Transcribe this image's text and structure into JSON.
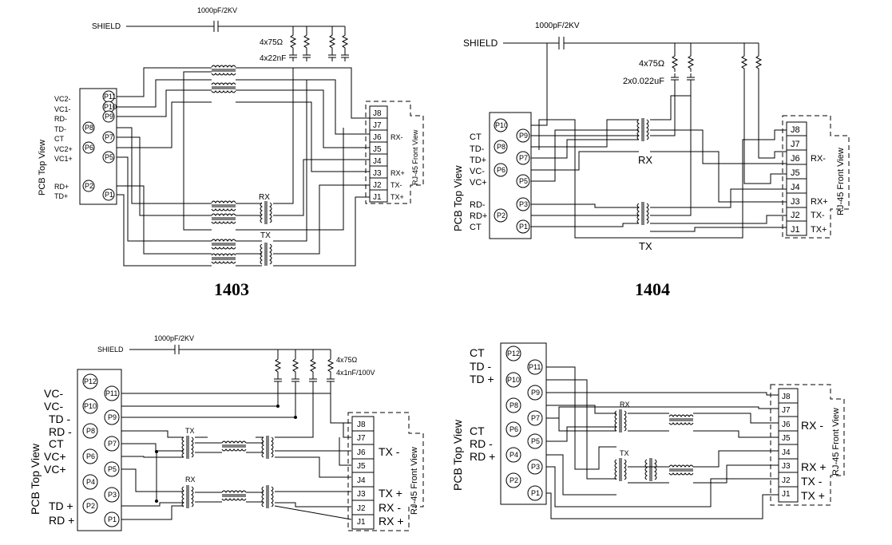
{
  "common": {
    "shield": "SHIELD",
    "cap": "1000pF/2KV",
    "pcb_top_view": "PCB Top View",
    "rj45_front_view": "RJ-45 Front View",
    "rx": "RX",
    "tx": "TX"
  },
  "d1403": {
    "label": "1403",
    "resistors": "4x75Ω",
    "caps": "4x22nF",
    "left_labels": [
      "VC2-",
      "VC1-",
      "RD-",
      "TD-",
      "CT",
      "VC2+",
      "VC1+",
      "RD+",
      "TD+"
    ],
    "pins": [
      "P11",
      "P10",
      "P9",
      "P8",
      "P7",
      "P6",
      "P5",
      "P2",
      "P1"
    ],
    "jacks": [
      "J8",
      "J7",
      "J6",
      "J5",
      "J4",
      "J3",
      "J2",
      "J1"
    ],
    "jack_labels": [
      "RX-",
      "RX+",
      "TX-",
      "TX+"
    ]
  },
  "d1404": {
    "label": "1404",
    "resistors": "4x75Ω",
    "caps": "2x0.022uF",
    "left_labels": [
      "CT",
      "TD-",
      "TD+",
      "VC-",
      "VC+",
      "RD-",
      "RD+",
      "CT"
    ],
    "pins": [
      "P10",
      "P9",
      "P8",
      "P7",
      "P6",
      "P5",
      "P3",
      "P2",
      "P1"
    ],
    "jacks": [
      "J8",
      "J7",
      "J6",
      "J5",
      "J4",
      "J3",
      "J2",
      "J1"
    ],
    "jack_labels": [
      "RX-",
      "RX+",
      "TX-",
      "TX+"
    ]
  },
  "d3": {
    "resistors": "4x75Ω",
    "caps": "4x1nF/100V",
    "left_labels": [
      "VC-",
      "VC-",
      "TD -",
      "RD -",
      "CT",
      "VC+",
      "VC+",
      "TD +",
      "RD +"
    ],
    "pins": [
      "P12",
      "P11",
      "P10",
      "P9",
      "P8",
      "P7",
      "P6",
      "P5",
      "P4",
      "P3",
      "P2",
      "P1"
    ],
    "jacks": [
      "J8",
      "J7",
      "J6",
      "J5",
      "J4",
      "J3",
      "J2",
      "J1"
    ],
    "jack_labels": [
      "TX -",
      "TX +",
      "RX -",
      "RX +"
    ]
  },
  "d4": {
    "left_labels": [
      "CT",
      "TD -",
      "TD +",
      "CT",
      "RD -",
      "RD +"
    ],
    "pins": [
      "P12",
      "P11",
      "P10",
      "P9",
      "P8",
      "P7",
      "P6",
      "P5",
      "P4",
      "P3",
      "P2",
      "P1"
    ],
    "jacks": [
      "J8",
      "J7",
      "J6",
      "J5",
      "J4",
      "J3",
      "J2",
      "J1"
    ],
    "jack_labels": [
      "RX -",
      "RX +",
      "TX -",
      "TX +"
    ]
  }
}
